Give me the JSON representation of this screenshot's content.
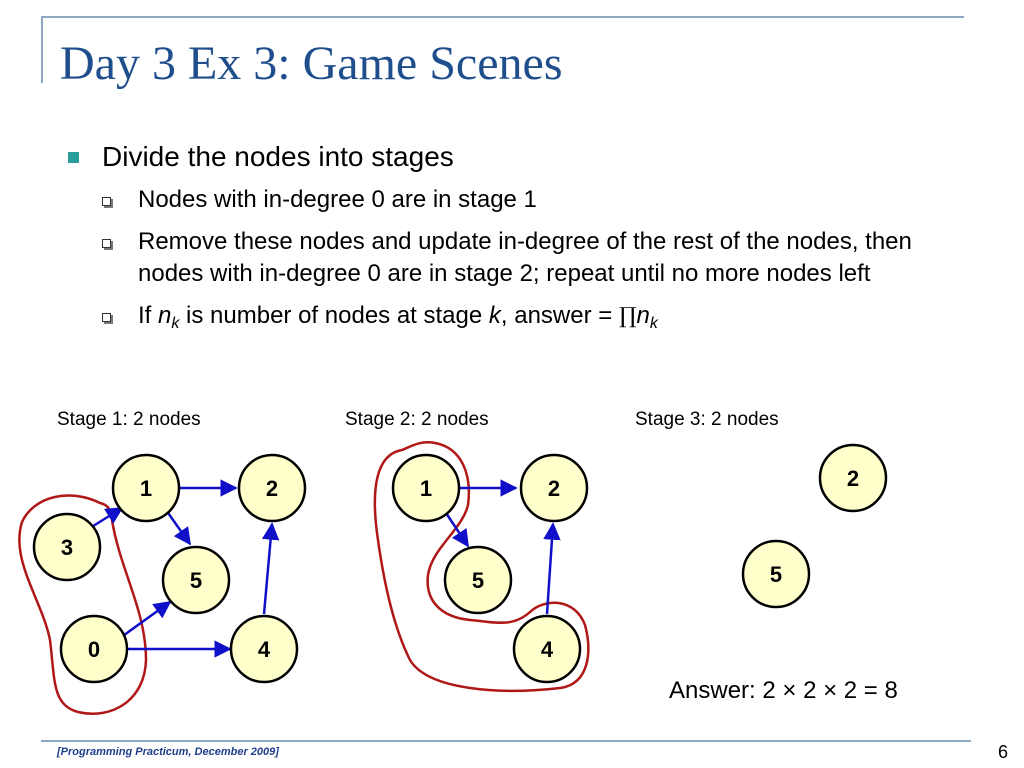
{
  "slide": {
    "title": "Day 3 Ex 3: Game Scenes",
    "bullets": {
      "main": "Divide the nodes into stages",
      "sub1": "Nodes with in-degree 0 are in stage 1",
      "sub2": "Remove these nodes and update in-degree of the rest of the nodes, then nodes with in-degree 0 are in stage 2; repeat until no more nodes left",
      "sub3": {
        "t1": "If ",
        "var_n": "n",
        "sub_k": "k",
        "t2": " is number of nodes at stage ",
        "var_k": "k",
        "t3": ", answer = ",
        "prod": "∏",
        "var_n2": "n",
        "sub_k2": "k"
      }
    },
    "stages": [
      {
        "label": "Stage 1: 2 nodes"
      },
      {
        "label": "Stage 2: 2 nodes"
      },
      {
        "label": "Stage 3: 2 nodes"
      }
    ],
    "graphs": {
      "stage1": {
        "nodes": [
          "1",
          "2",
          "3",
          "5",
          "0",
          "4"
        ],
        "highlighted": [
          "3",
          "0"
        ]
      },
      "stage2": {
        "nodes": [
          "1",
          "2",
          "5",
          "4"
        ],
        "highlighted": [
          "1",
          "5",
          "4"
        ]
      },
      "stage3": {
        "nodes": [
          "2",
          "5"
        ]
      }
    },
    "answer": "Answer: 2 × 2 × 2 = 8",
    "footer": "[Programming Practicum, December 2009]",
    "page_number": "6"
  },
  "colors": {
    "title": "#1f4e8c",
    "node_fill": "#ffffcc",
    "edge": "#1010c8",
    "highlight": "#b01818",
    "bullet": "#2a9d9d"
  }
}
